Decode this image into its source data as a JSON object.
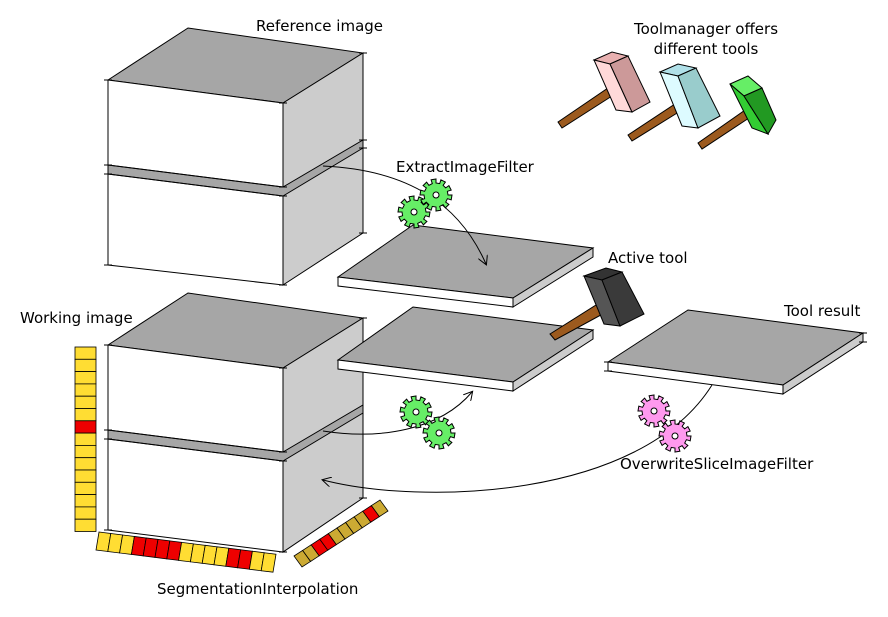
{
  "labels": {
    "reference_image": "Reference image",
    "toolmanager_line1": "Toolmanager offers",
    "toolmanager_line2": "different tools",
    "extract_filter": "ExtractImageFilter",
    "active_tool": "Active tool",
    "working_image": "Working image",
    "tool_result": "Tool result",
    "overwrite_filter": "OverwriteSliceImageFilter",
    "segmentation_interpolation": "SegmentationInterpolation"
  },
  "colors": {
    "face_top": "#a6a6a6",
    "face_side": "#cccccc",
    "face_front": "#ffffff",
    "gear_green": "#66ee66",
    "gear_pink": "#ff99ee",
    "segment_yellow": "#ffdd33",
    "segment_red": "#ee0000",
    "segment_gold": "#ccaa33",
    "handle_brown": "#9c5a1e",
    "hammer_pink": "#ffd9d9",
    "hammer_cyan": "#ddfbff",
    "hammer_green": "#33cc33",
    "hammer_dark": "#555555"
  },
  "icons": [
    "gear-icon",
    "hammer-icon"
  ]
}
